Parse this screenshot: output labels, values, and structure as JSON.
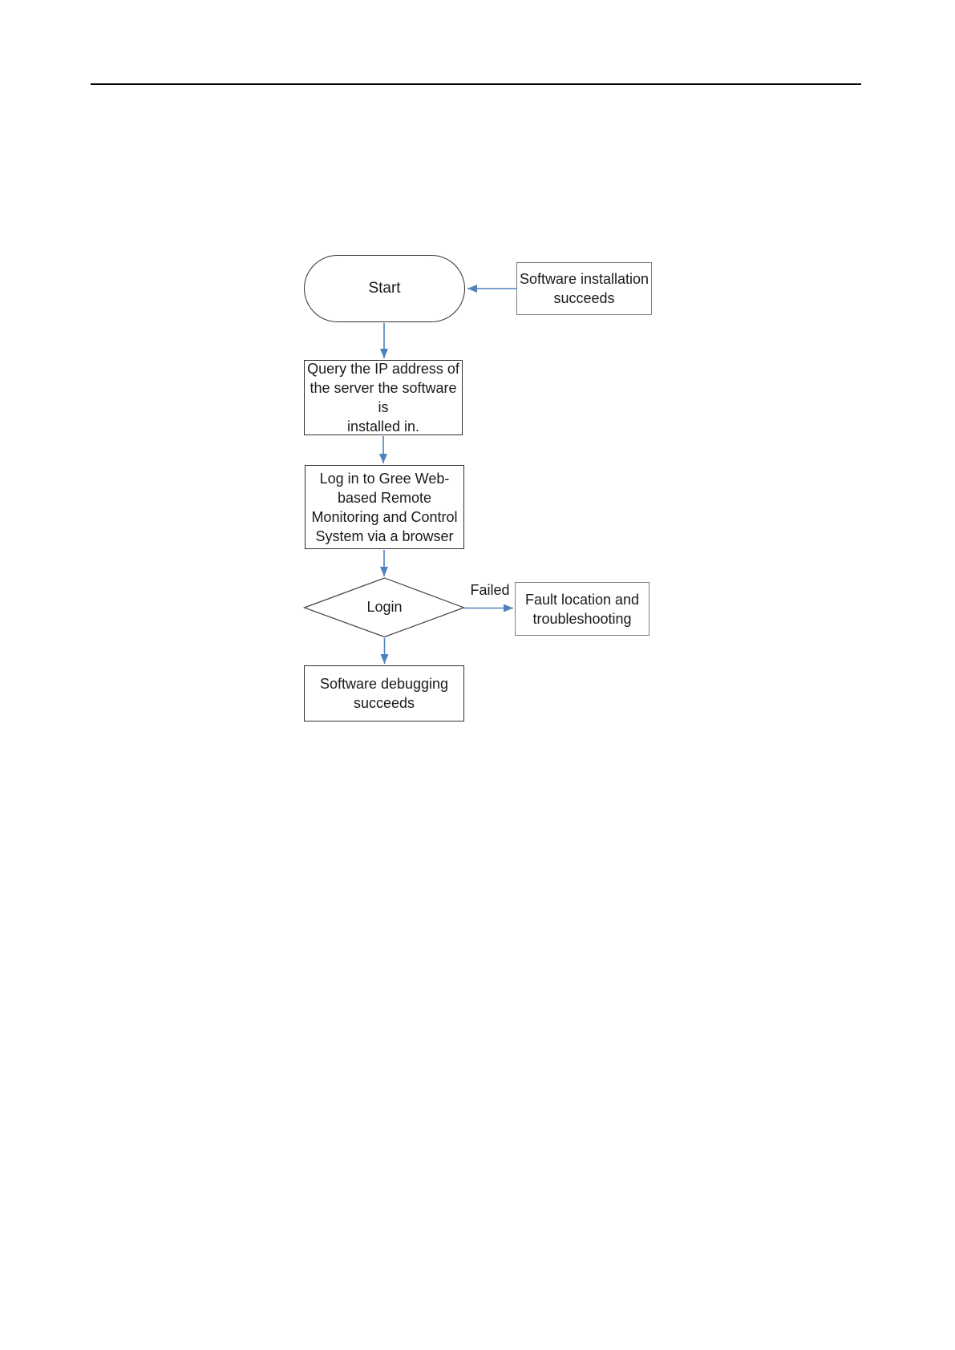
{
  "flowchart": {
    "nodes": {
      "start": {
        "label": "Start"
      },
      "install": {
        "text": "Software installation\nsucceeds"
      },
      "query": {
        "text": "Query the IP address of\nthe server the software is\ninstalled in."
      },
      "login": {
        "text": "Log in to Gree Web-\nbased Remote\nMonitoring and Control\nSystem via a browser"
      },
      "decision": {
        "label": "Login"
      },
      "fault": {
        "text": "Fault location and\ntroubleshooting"
      },
      "debug": {
        "text": "Software debugging\nsucceeds"
      }
    },
    "edges": {
      "failed_label": "Failed"
    },
    "colors": {
      "arrow": "#4f81bd",
      "main_box_border": "#2f2f2f",
      "side_box_border": "#7f7f7f",
      "diamond_border": "#3f3f3f",
      "rule": "#000000",
      "text": "#1a1a1a"
    }
  }
}
